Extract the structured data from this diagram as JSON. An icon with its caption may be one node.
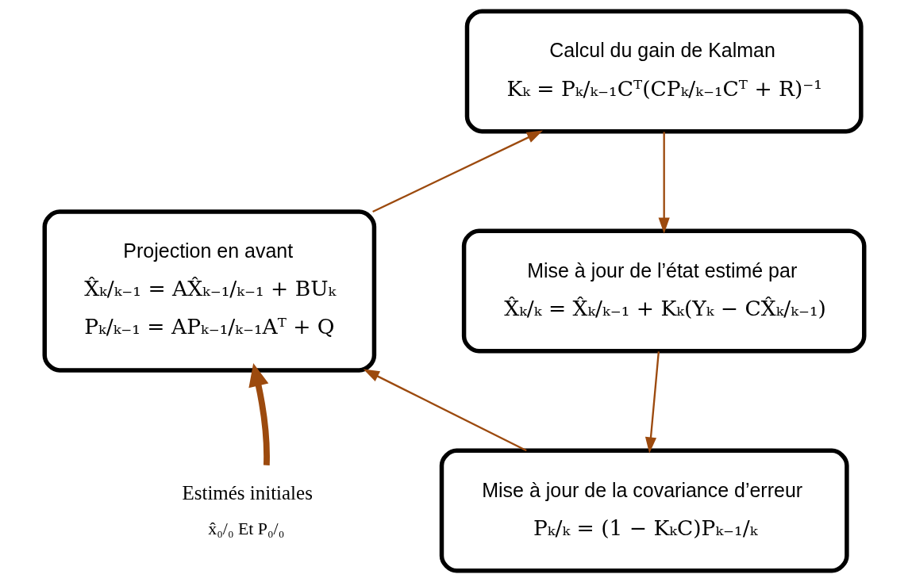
{
  "diagram": {
    "nodes": [
      {
        "text": [
          "Calcul du gain de Kalman",
          "Kₖ = Pₖ/ₖ₋₁Cᵀ(CPₖ/ₖ₋₁Cᵀ + R)⁻¹"
        ]
      },
      {
        "text": [
          "Mise à jour de l’état estimé par",
          "X̂ₖ/ₖ = X̂ₖ/ₖ₋₁ + Kₖ(Yₖ − CX̂ₖ/ₖ₋₁)"
        ]
      },
      {
        "text": [
          "Mise à jour de la covariance d’erreur",
          "Pₖ/ₖ = (1 − KₖC)Pₖ₋₁/ₖ"
        ]
      },
      {
        "text": [
          "Projection en avant",
          "X̂ₖ/ₖ₋₁ = AX̂ₖ₋₁/ₖ₋₁ + BUₖ",
          "Pₖ/ₖ₋₁ = APₖ₋₁/ₖ₋₁Aᵀ + Q"
        ]
      },
      {
        "text": [
          "Estimés initiales",
          "x̂₀/₀ Et P₀/₀"
        ]
      }
    ],
    "edges": [
      {
        "from": 3,
        "to": 0,
        "arrow": "to"
      },
      {
        "from": 0,
        "to": 1,
        "arrow": "to"
      },
      {
        "from": 1,
        "to": 2,
        "arrow": "to"
      },
      {
        "from": 2,
        "to": 3,
        "arrow": "to"
      },
      {
        "from": 4,
        "to": 3,
        "arrow": "to",
        "style": "thick"
      }
    ]
  }
}
